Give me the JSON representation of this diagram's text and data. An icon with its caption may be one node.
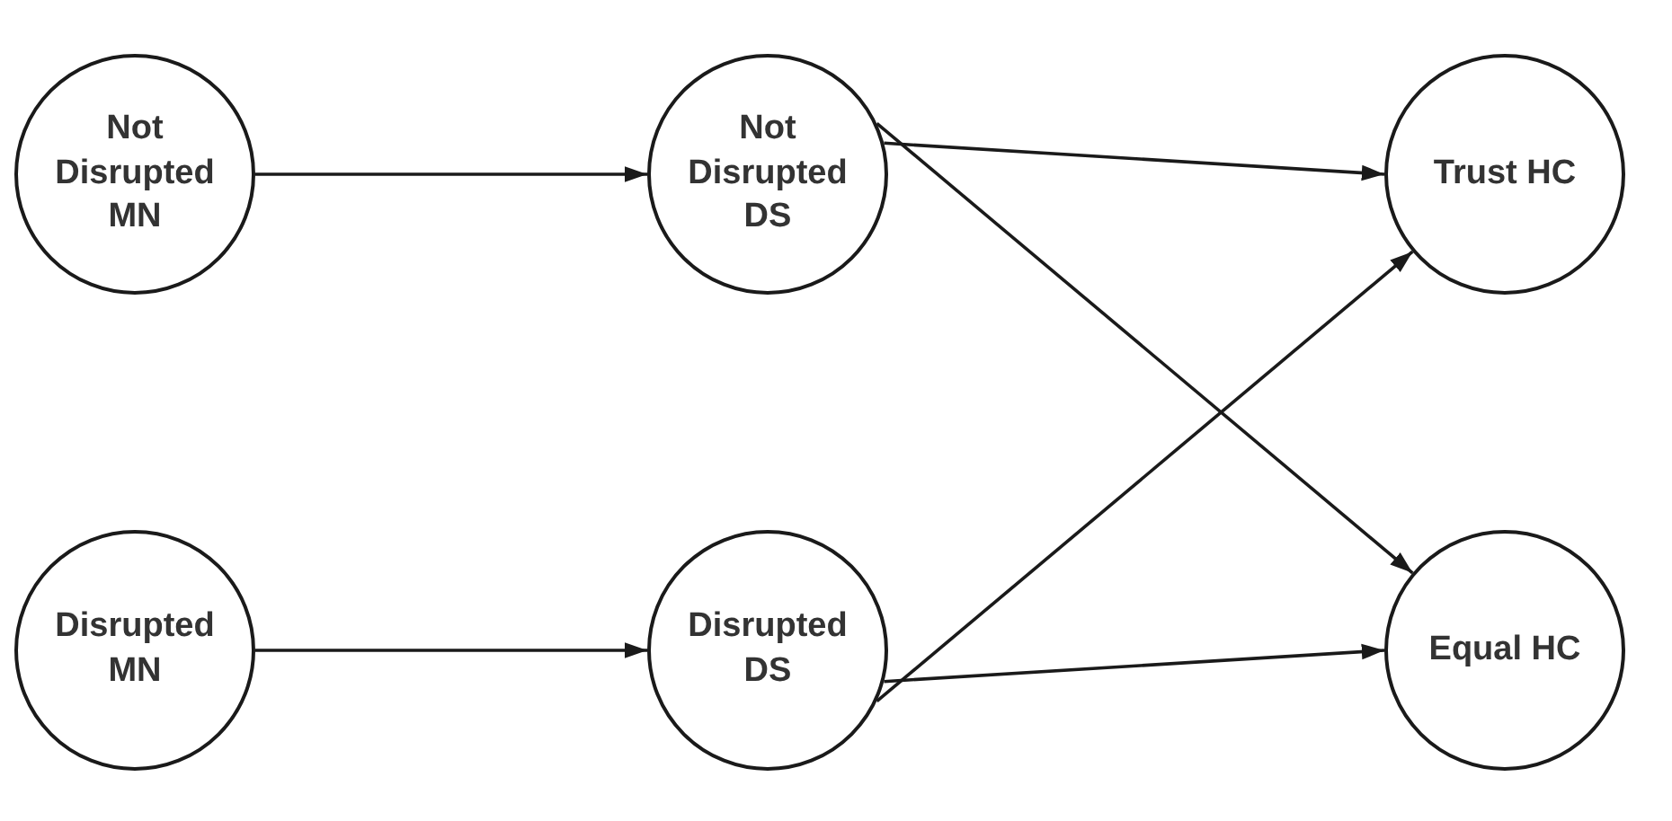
{
  "diagram": {
    "nodes": [
      {
        "text": [
          "Not Disrupted MN"
        ]
      },
      {
        "text": [
          "Not Disrupted DS"
        ]
      },
      {
        "text": [
          "Trust HC"
        ]
      },
      {
        "text": [
          "Disrupted MN"
        ]
      },
      {
        "text": [
          "Disrupted DS"
        ]
      },
      {
        "text": [
          "Equal HC"
        ]
      }
    ],
    "edges": [
      {
        "from": 0,
        "to": 1,
        "arrow": "to"
      },
      {
        "from": 1,
        "to": 2,
        "arrow": "to"
      },
      {
        "from": 1,
        "to": 5,
        "arrow": "to"
      },
      {
        "from": 3,
        "to": 4,
        "arrow": "to"
      },
      {
        "from": 4,
        "to": 2,
        "arrow": "to"
      },
      {
        "from": 4,
        "to": 5,
        "arrow": "to"
      }
    ]
  }
}
